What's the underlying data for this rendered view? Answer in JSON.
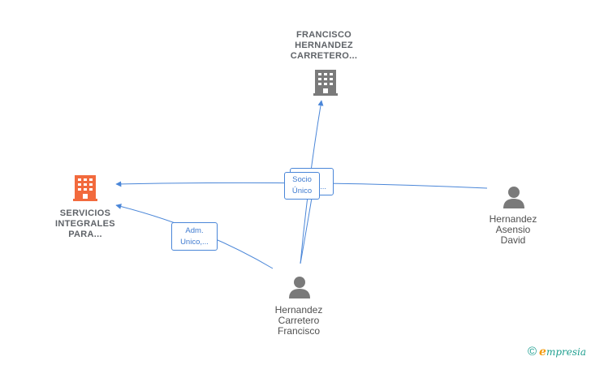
{
  "nodes": {
    "top_company": {
      "label_lines": [
        "FRANCISCO",
        "HERNANDEZ",
        "CARRETERO..."
      ]
    },
    "left_company": {
      "label_lines": [
        "SERVICIOS",
        "INTEGRALES",
        "PARA..."
      ]
    },
    "right_person": {
      "label_lines": [
        "Hernandez",
        "Asensio",
        "David"
      ]
    },
    "bottom_person": {
      "label_lines": [
        "Hernandez",
        "Carretero",
        "Francisco"
      ]
    }
  },
  "edges": {
    "center_box_back": {
      "line2": "..."
    },
    "center_box_front": {
      "line1": "Socio",
      "line2": "Único"
    },
    "left_box": {
      "line1": "Adm.",
      "line2": "Unico,..."
    }
  },
  "footer": {
    "copyright_symbol": "©",
    "brand_initial": "e",
    "brand_rest": "mpresia"
  },
  "colors": {
    "edge": "#4a86d8",
    "highlight_company": "#f26a3d",
    "neutral_icon": "#7a7a7a"
  }
}
